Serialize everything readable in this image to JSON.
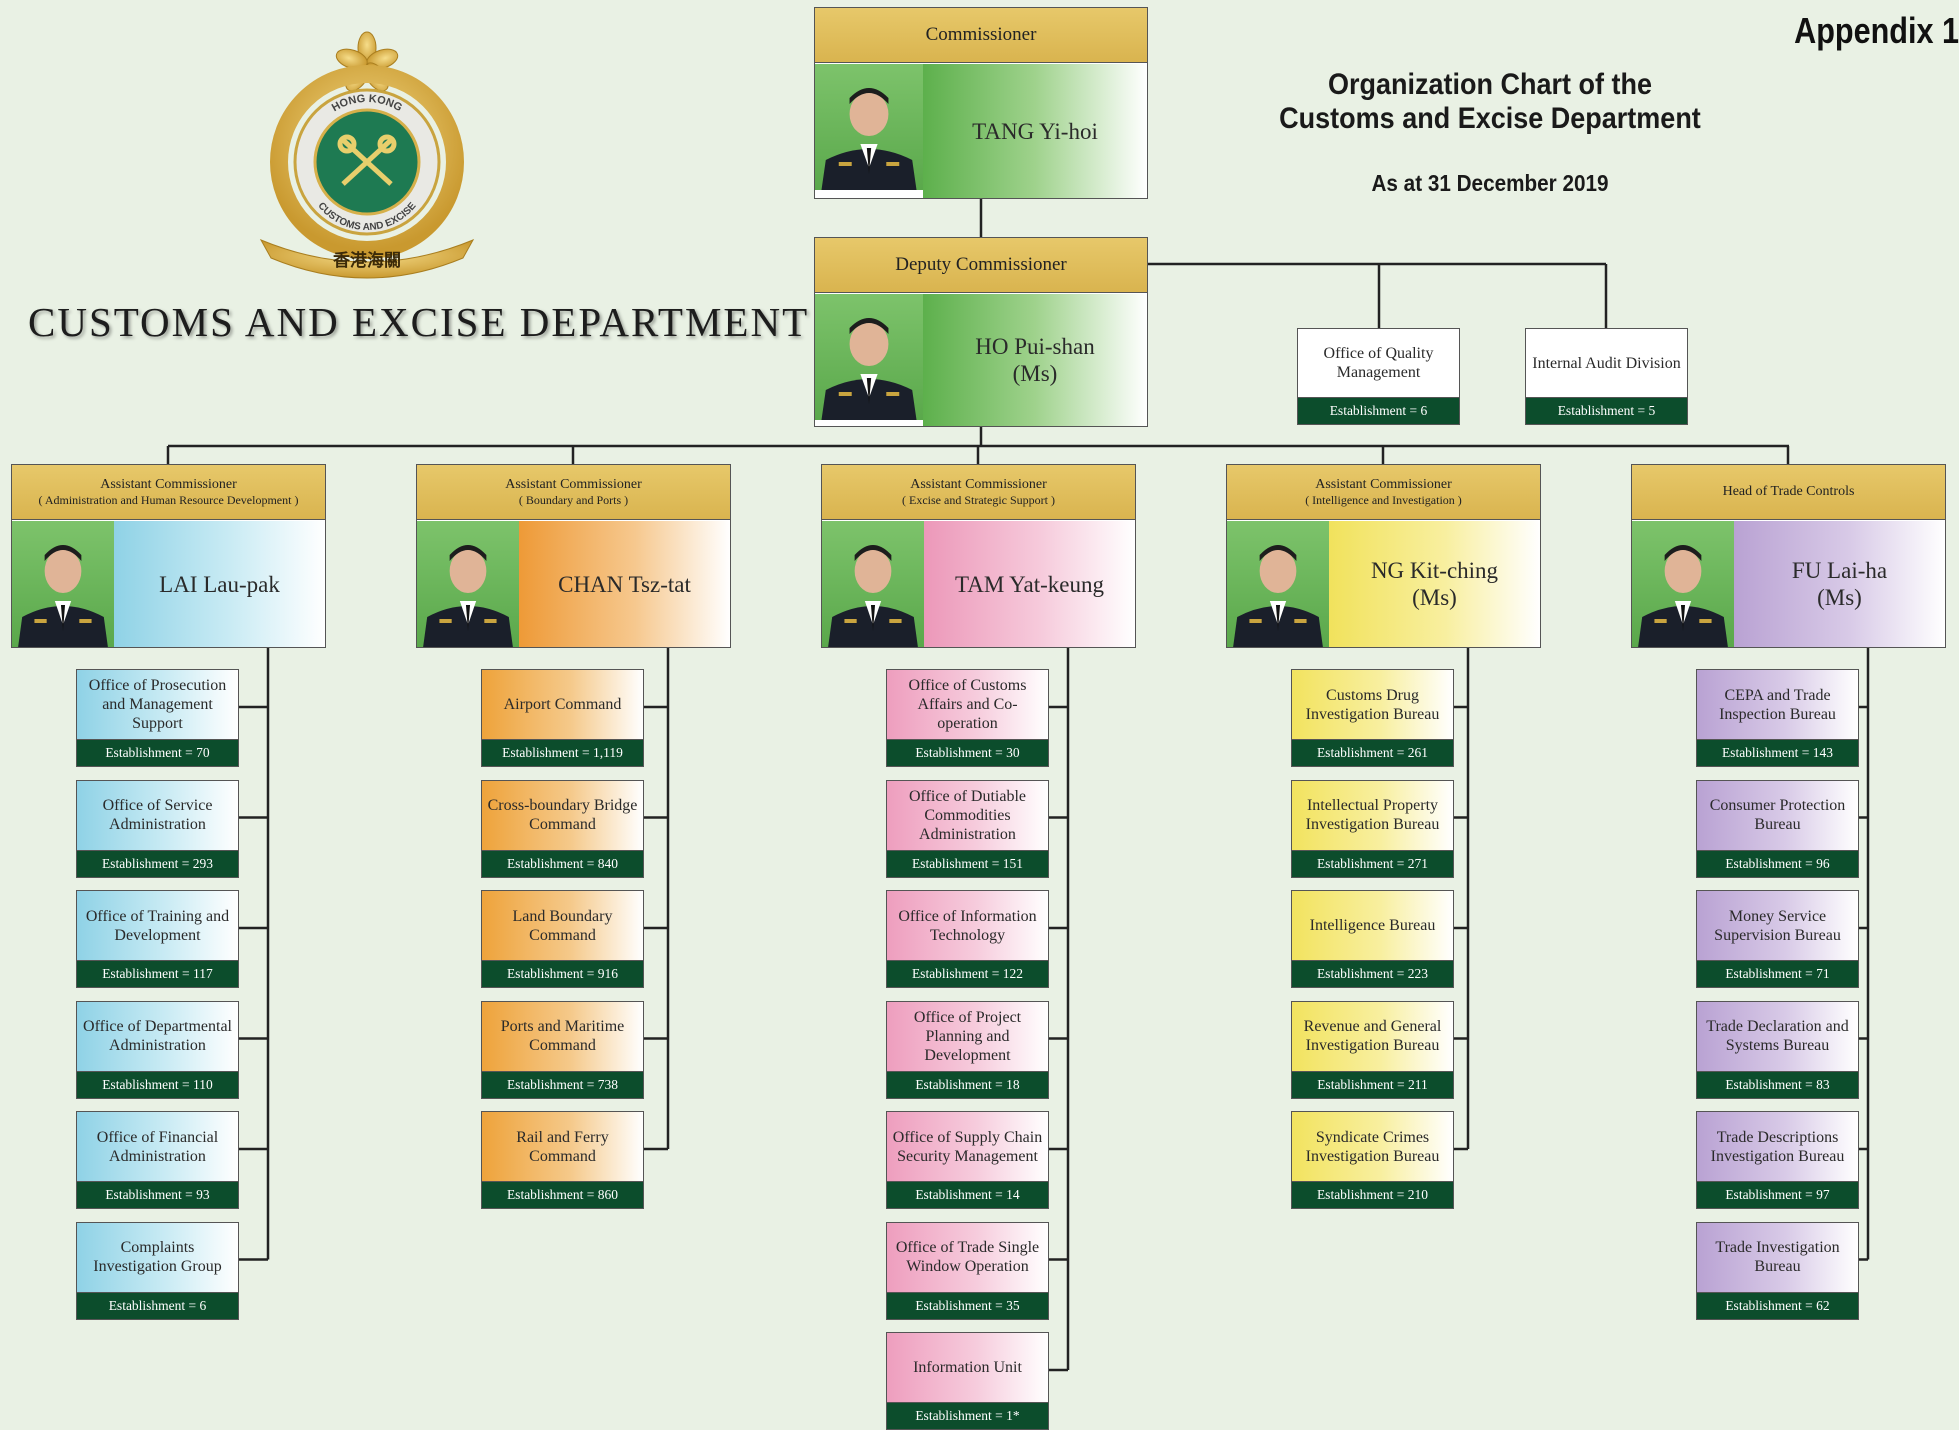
{
  "header": {
    "appendix": "Appendix 1",
    "title_line1": "Organization Chart of the",
    "title_line2": "Customs and Excise Department",
    "date": "As at 31 December 2019",
    "department": "CUSTOMS AND EXCISE DEPARTMENT"
  },
  "emblem": {
    "ring_text_top": "HONG KONG",
    "ring_text_bottom": "CUSTOMS AND EXCISE",
    "banner_text": "香港海關"
  },
  "commissioner": {
    "title": "Commissioner",
    "name": "TANG Yi-hoi",
    "color": "green"
  },
  "deputy": {
    "title": "Deputy Commissioner",
    "name": "HO Pui-shan",
    "name2": "(Ms)",
    "color": "green"
  },
  "direct_units": [
    {
      "name": "Office of Quality Management",
      "establishment": "Establishment = 6"
    },
    {
      "name": "Internal Audit Division",
      "establishment": "Establishment = 5"
    }
  ],
  "branches": [
    {
      "title": "Assistant Commissioner",
      "subtitle": "( Administration and Human Resource Development )",
      "name": "LAI Lau-pak",
      "name2": "",
      "color": "blue",
      "units": [
        {
          "name": "Office of Prosecution and Management Support",
          "establishment": "Establishment = 70"
        },
        {
          "name": "Office of Service Administration",
          "establishment": "Establishment = 293"
        },
        {
          "name": "Office of Training and Development",
          "establishment": "Establishment = 117"
        },
        {
          "name": "Office of Departmental Administration",
          "establishment": "Establishment = 110"
        },
        {
          "name": "Office of Financial Administration",
          "establishment": "Establishment = 93"
        },
        {
          "name": "Complaints Investigation Group",
          "establishment": "Establishment = 6"
        }
      ]
    },
    {
      "title": "Assistant Commissioner",
      "subtitle": "( Boundary and Ports )",
      "name": "CHAN Tsz-tat",
      "name2": "",
      "color": "orange",
      "units": [
        {
          "name": "Airport Command",
          "establishment": "Establishment = 1,119"
        },
        {
          "name": "Cross-boundary Bridge Command",
          "establishment": "Establishment = 840"
        },
        {
          "name": "Land Boundary Command",
          "establishment": "Establishment = 916"
        },
        {
          "name": "Ports and Maritime Command",
          "establishment": "Establishment = 738"
        },
        {
          "name": "Rail and Ferry Command",
          "establishment": "Establishment = 860"
        }
      ]
    },
    {
      "title": "Assistant Commissioner",
      "subtitle": "( Excise and Strategic Support )",
      "name": "TAM Yat-keung",
      "name2": "",
      "color": "pink",
      "units": [
        {
          "name": "Office of Customs Affairs and Co-operation",
          "establishment": "Establishment = 30"
        },
        {
          "name": "Office of Dutiable Commodities Administration",
          "establishment": "Establishment = 151"
        },
        {
          "name": "Office of Information Technology",
          "establishment": "Establishment = 122"
        },
        {
          "name": "Office of Project Planning and Development",
          "establishment": "Establishment = 18"
        },
        {
          "name": "Office of Supply Chain Security Management",
          "establishment": "Establishment = 14"
        },
        {
          "name": "Office of Trade Single Window Operation",
          "establishment": "Establishment = 35"
        },
        {
          "name": "Information Unit",
          "establishment": "Establishment = 1*"
        }
      ]
    },
    {
      "title": "Assistant Commissioner",
      "subtitle": "( Intelligence and Investigation )",
      "name": "NG Kit-ching",
      "name2": "(Ms)",
      "color": "yellow",
      "units": [
        {
          "name": "Customs Drug Investigation Bureau",
          "establishment": "Establishment = 261"
        },
        {
          "name": "Intellectual Property Investigation Bureau",
          "establishment": "Establishment = 271"
        },
        {
          "name": "Intelligence Bureau",
          "establishment": "Establishment = 223"
        },
        {
          "name": "Revenue and General Investigation Bureau",
          "establishment": "Establishment = 211"
        },
        {
          "name": "Syndicate Crimes Investigation Bureau",
          "establishment": "Establishment = 210"
        }
      ]
    },
    {
      "title": "Head of Trade Controls",
      "subtitle": "",
      "name": "FU Lai-ha",
      "name2": "(Ms)",
      "color": "purple",
      "units": [
        {
          "name": "CEPA and Trade Inspection Bureau",
          "establishment": "Establishment = 143"
        },
        {
          "name": "Consumer Protection Bureau",
          "establishment": "Establishment = 96"
        },
        {
          "name": "Money Service Supervision Bureau",
          "establishment": "Establishment = 71"
        },
        {
          "name": "Trade Declaration and Systems Bureau",
          "establishment": "Establishment = 83"
        },
        {
          "name": "Trade Descriptions Investigation Bureau",
          "establishment": "Establishment = 97"
        },
        {
          "name": "Trade Investigation Bureau",
          "establishment": "Establishment = 62"
        }
      ]
    }
  ]
}
